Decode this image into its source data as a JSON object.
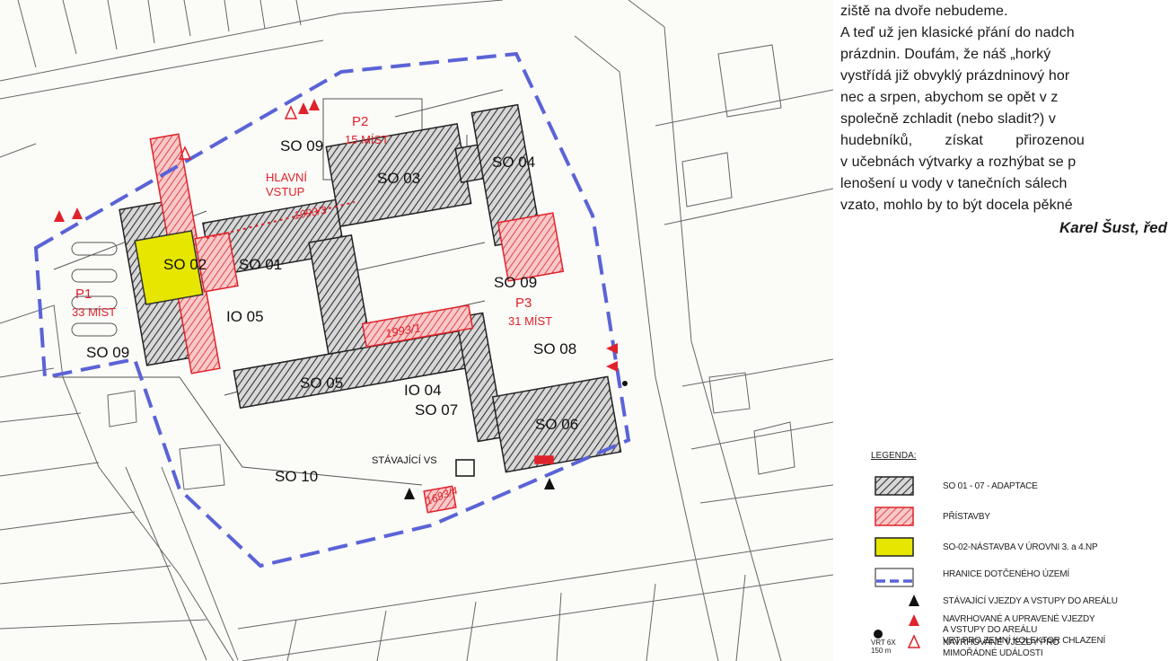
{
  "map": {
    "buildings": [
      {
        "id": "so03",
        "label": "SO 03"
      },
      {
        "id": "so04",
        "label": "SO 04"
      },
      {
        "id": "so02",
        "label": "SO 02"
      },
      {
        "id": "so01",
        "label": "SO 01"
      },
      {
        "id": "so05",
        "label": "SO 05"
      },
      {
        "id": "so06",
        "label": "SO 06"
      }
    ],
    "labels": {
      "so09_top": "SO 09",
      "so09_left": "SO 09",
      "so09_right": "SO 09",
      "io05": "IO 05",
      "io04": "IO 04",
      "so07": "SO 07",
      "so08": "SO 08",
      "so10": "SO 10",
      "existing_vs": "STÁVAJÍCÍ VS",
      "p2": "P2",
      "p2_count": "15 MÍST",
      "p1": "P1",
      "p1_count": "33 MÍST",
      "p3": "P3",
      "p3_count": "31 MÍST",
      "main_entry_1": "HLAVNÍ",
      "main_entry_2": "VSTUP",
      "parcel_1993_3": "1993/3",
      "parcel_1993_1": "1993/1",
      "parcel_1693_4": "1693/4"
    },
    "colors": {
      "boundary": "#5a63d6",
      "extension": "#e0222a",
      "superstructure": "#e6e600",
      "adaptation": "#555555"
    }
  },
  "article": {
    "lines": [
      "ziště na dvoře nebudeme.",
      "A teď už jen klasické přání do nadch",
      "prázdnin. Doufám, že náš „horký",
      "vystřídá již obvyklý prázdninový hor",
      "nec a srpen, abychom se opět v z",
      "společně zchladit (nebo sladit?) v",
      "hudebníků,        získat        přirozenou",
      "v učebnách výtvarky a rozhýbat se p",
      "lenošení u vody v tanečních sálech",
      "vzato, mohlo by to být docela pěkné"
    ],
    "signature": "Karel Šust, řed"
  },
  "legend": {
    "title": "LEGENDA:",
    "items": [
      {
        "type": "hatch-dark",
        "label": "SO 01 - 07 - ADAPTACE"
      },
      {
        "type": "hatch-red",
        "label": "PŘÍSTAVBY"
      },
      {
        "type": "yellow",
        "label": "SO-02-NÁSTAVBA V ÚROVNI 3. a 4.NP"
      },
      {
        "type": "dashed",
        "label": "HRANICE DOTČENÉHO ÚZEMÍ"
      },
      {
        "type": "triangle-black",
        "label": "STÁVAJÍCÍ VJEZDY A VSTUPY DO AREÁLU"
      },
      {
        "type": "triangle-red",
        "label": "NAVRHOVANÉ A UPRAVENÉ VJEZDY",
        "label2": "A VSTUPY DO AREÁLU"
      },
      {
        "type": "triangle-outline",
        "label": "NAVRHOVANÉ VJEZDY PRO",
        "label2": "MIMOŘÁDNÉ UDÁLOSTI"
      },
      {
        "type": "dot",
        "label": "VRT PRO ZEMNÍ KOLEKTOR CHLAZENÍ",
        "sym_label": "VRT 6X",
        "sym_label2": "150 m"
      }
    ]
  }
}
